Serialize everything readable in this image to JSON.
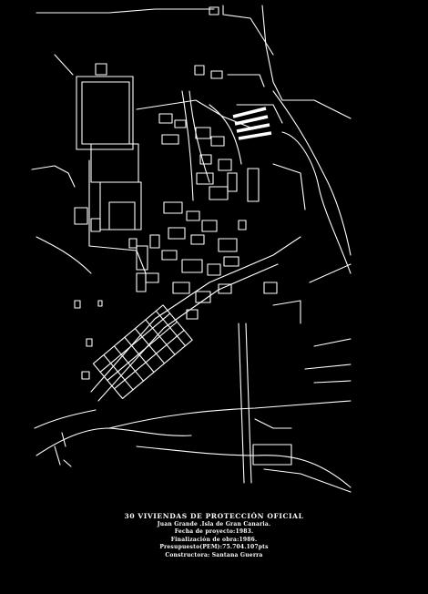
{
  "caption": {
    "title": "30 VIVIENDAS DE PROTECCIÓN OFICIAL",
    "lines": [
      "Juan Grande .Isla de Gran Canaria.",
      "Fecha de proyecto:1983.",
      "Finalización de obra:1986.",
      "Presupuesto(PEM):75.704.107pts",
      "Constructora: Santana Guerra"
    ]
  },
  "colors": {
    "background": "#000000",
    "linework": "#ffffff"
  }
}
